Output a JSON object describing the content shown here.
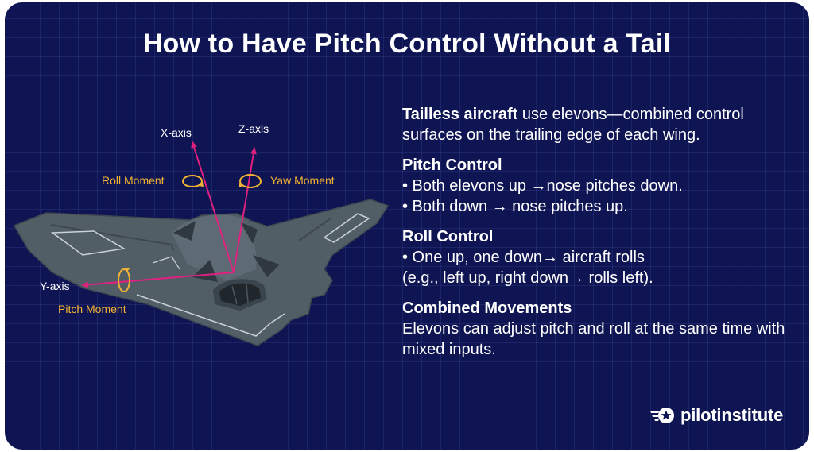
{
  "title": "How to Have Pitch Control Without a Tail",
  "diagram": {
    "axes": {
      "x": "X-axis",
      "y": "Y-axis",
      "z": "Z-axis"
    },
    "moments": {
      "roll": "Roll Moment",
      "yaw": "Yaw Moment",
      "pitch": "Pitch Moment"
    },
    "colors": {
      "axis_arrow": "#e0207f",
      "moment_label": "#f2b233",
      "aircraft_body": "#525e66",
      "background": "#0f1552"
    }
  },
  "info": {
    "intro_bold": "Tailless aircraft",
    "intro_text": " use elevons—combined control surfaces on the trailing edge of each wing.",
    "pitch": {
      "heading": "Pitch Control",
      "line1": "• Both elevons up →nose pitches down.",
      "line2": "• Both down → nose pitches up."
    },
    "roll": {
      "heading": "Roll Control",
      "line1": "• One up, one down→ aircraft rolls",
      "line2": "(e.g., left up, right down→ rolls left)."
    },
    "combined": {
      "heading": "Combined Movements",
      "text": "Elevons can adjust pitch and roll at the same time with mixed inputs."
    }
  },
  "brand": {
    "name": "pilotinstitute",
    "icon": "winged-star-logo-icon"
  }
}
